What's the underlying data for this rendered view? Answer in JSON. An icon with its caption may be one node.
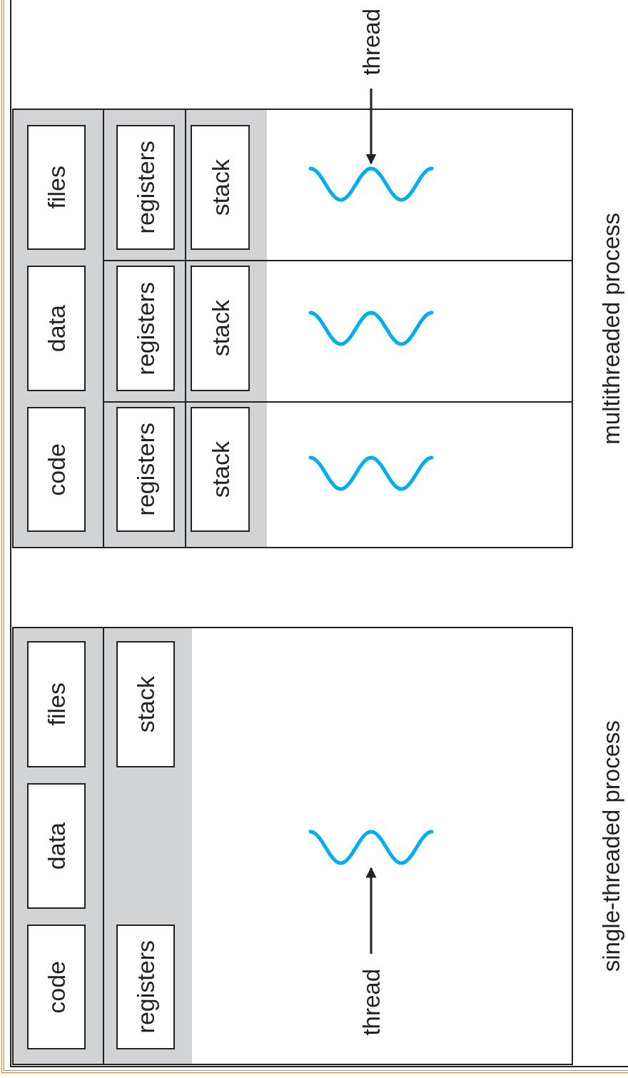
{
  "diagram": {
    "nodes": [
      {
        "text": [
          "multithreaded process"
        ]
      },
      {
        "text": [
          "code"
        ],
        "in": 0
      },
      {
        "text": [
          "data"
        ],
        "in": 0
      },
      {
        "text": [
          "files"
        ],
        "in": 0
      },
      {
        "text": [
          "registers"
        ],
        "in": 0
      },
      {
        "text": [
          "registers"
        ],
        "in": 0
      },
      {
        "text": [
          "registers"
        ],
        "in": 0
      },
      {
        "text": [
          "stack"
        ],
        "in": 0
      },
      {
        "text": [
          "stack"
        ],
        "in": 0
      },
      {
        "text": [
          "stack"
        ],
        "in": 0
      },
      {
        "text": [],
        "shape": "wave",
        "in": 0
      },
      {
        "text": [],
        "shape": "wave",
        "in": 0
      },
      {
        "text": [],
        "shape": "wave",
        "in": 0
      },
      {
        "text": [
          "thread"
        ]
      },
      {
        "text": [
          "single-threaded process"
        ]
      },
      {
        "text": [
          "code"
        ],
        "in": 14
      },
      {
        "text": [
          "data"
        ],
        "in": 14
      },
      {
        "text": [
          "files"
        ],
        "in": 14
      },
      {
        "text": [
          "registers"
        ],
        "in": 14
      },
      {
        "text": [
          "stack"
        ],
        "in": 14
      },
      {
        "text": [],
        "shape": "wave",
        "in": 14
      },
      {
        "text": [
          "thread"
        ],
        "in": 14
      }
    ],
    "edges": [
      {
        "from": 13,
        "to": 10,
        "arrow": "to"
      },
      {
        "from": 21,
        "to": 20,
        "arrow": "to"
      }
    ]
  }
}
